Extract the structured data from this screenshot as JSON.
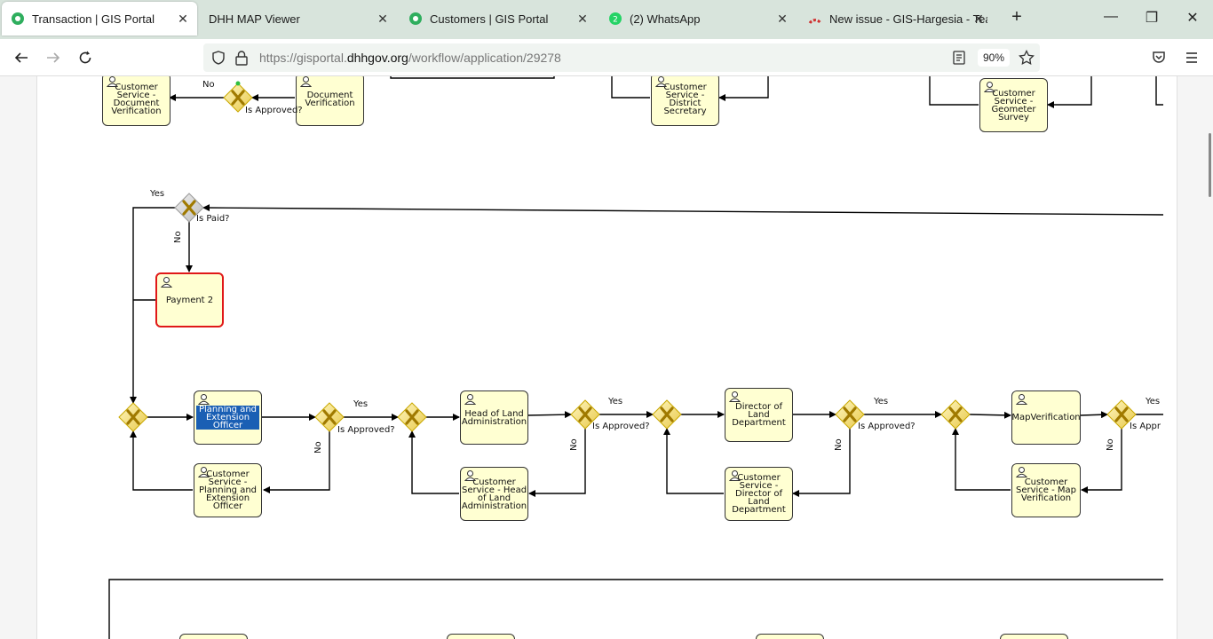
{
  "tabs": [
    {
      "label": "Transaction | GIS Portal",
      "icon": "gis-portal-favicon-icon",
      "active": true
    },
    {
      "label": "DHH MAP Viewer",
      "icon": "none",
      "active": false
    },
    {
      "label": "Customers | GIS Portal",
      "icon": "gis-portal-favicon-icon",
      "active": false
    },
    {
      "label": "(2) WhatsApp",
      "icon": "whatsapp-icon",
      "badge": "2",
      "active": false
    },
    {
      "label": "New issue - GIS-Hargesia - Team",
      "icon": "devops-icon",
      "active": false
    }
  ],
  "address_bar": {
    "url_prefix": "https://gisportal.",
    "url_domain": "dhhgov.org",
    "url_path": "/workflow/application/29278",
    "zoom": "90%"
  },
  "diagram": {
    "tasks": {
      "cs_document_verification": "Customer Service - Document Verification",
      "document_verification": "Document Verification",
      "cs_district_secretary": "Customer Service - District Secretary",
      "cs_geometer_survey": "Customer Service - Geometer Survey",
      "payment_2": "Payment 2",
      "planning_extension_officer": "Planning and Extension Officer",
      "cs_planning_extension_officer": "Customer Service - Planning and Extension Officer",
      "head_land_admin": "Head of Land Administration",
      "cs_head_land_admin": "Customer Service - Head of Land Administration",
      "director_land_dept": "Director of Land Department",
      "cs_director_land_dept": "Customer Service - Director of Land Department",
      "map_verification": "MapVerification",
      "cs_map_verification": "Customer Service - Map Verification"
    },
    "labels": {
      "yes": "Yes",
      "no": "No",
      "is_approved": "Is Approved?",
      "is_paid": "Is Paid?",
      "is_appr_truncated": "Is Appr"
    }
  },
  "colors": {
    "task_fill": "#ffffd2",
    "gateway_fill": "#f5e38a",
    "gateway_x": "#b08800",
    "payment_border": "#e01818",
    "selection": "#1a5fb4"
  }
}
